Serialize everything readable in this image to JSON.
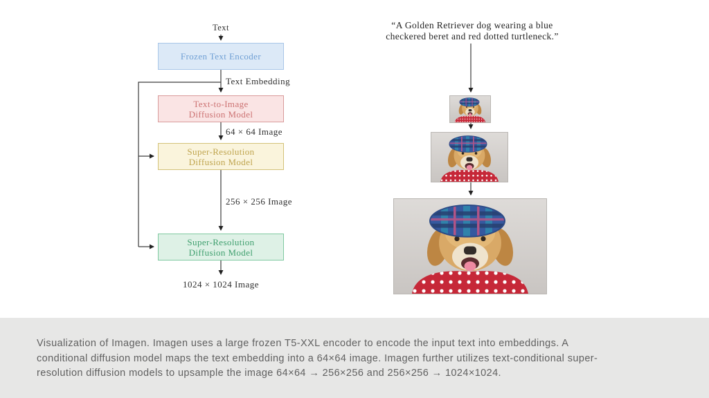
{
  "diagram": {
    "input_label": "Text",
    "boxes": [
      {
        "name": "frozen-text-encoder",
        "lines": [
          "Frozen Text Encoder"
        ],
        "fill": "#dce9f7",
        "border": "#a9c6e8",
        "text_color": "#6f9fd4"
      },
      {
        "name": "text-to-image-diffusion-model",
        "lines": [
          "Text-to-Image",
          "Diffusion Model"
        ],
        "fill": "#fae4e4",
        "border": "#d89a9a",
        "text_color": "#cc7272"
      },
      {
        "name": "super-resolution-diffusion-model-1",
        "lines": [
          "Super-Resolution",
          "Diffusion Model"
        ],
        "fill": "#faf4dc",
        "border": "#d3c278",
        "text_color": "#bfa44e"
      },
      {
        "name": "super-resolution-diffusion-model-2",
        "lines": [
          "Super-Resolution",
          "Diffusion Model"
        ],
        "fill": "#def1e6",
        "border": "#7fc9a0",
        "text_color": "#3f9f6e"
      }
    ],
    "edge_labels": {
      "text_embedding": "Text Embedding",
      "image_64": "64 × 64 Image",
      "image_256": "256 × 256 Image",
      "image_1024": "1024 × 1024 Image"
    }
  },
  "example": {
    "prompt_lines": [
      "“A Golden Retriever dog wearing a blue",
      "checkered beret and red dotted turtleneck.”"
    ],
    "images": [
      {
        "name": "sample-image-64x64"
      },
      {
        "name": "sample-image-256x256"
      },
      {
        "name": "sample-image-1024x1024"
      }
    ]
  },
  "caption": {
    "lines": [
      "Visualization of Imagen. Imagen uses a large frozen T5-XXL encoder to encode the input text into embeddings. A",
      "conditional diffusion model maps the text embedding into a 64×64 image. Imagen further utilizes text-conditional super-",
      "resolution diffusion models to upsample the image 64×64 → 256×256 and 256×256 → 1024×1024."
    ],
    "bar_color": "#e7e7e6",
    "text_color": "#606060"
  },
  "colors": {
    "background": "#ffffff",
    "connector": "#3c3c3c",
    "beret_blue": "#35599f",
    "turtleneck_red": "#c62838",
    "dog_golden": "#d9a967"
  }
}
